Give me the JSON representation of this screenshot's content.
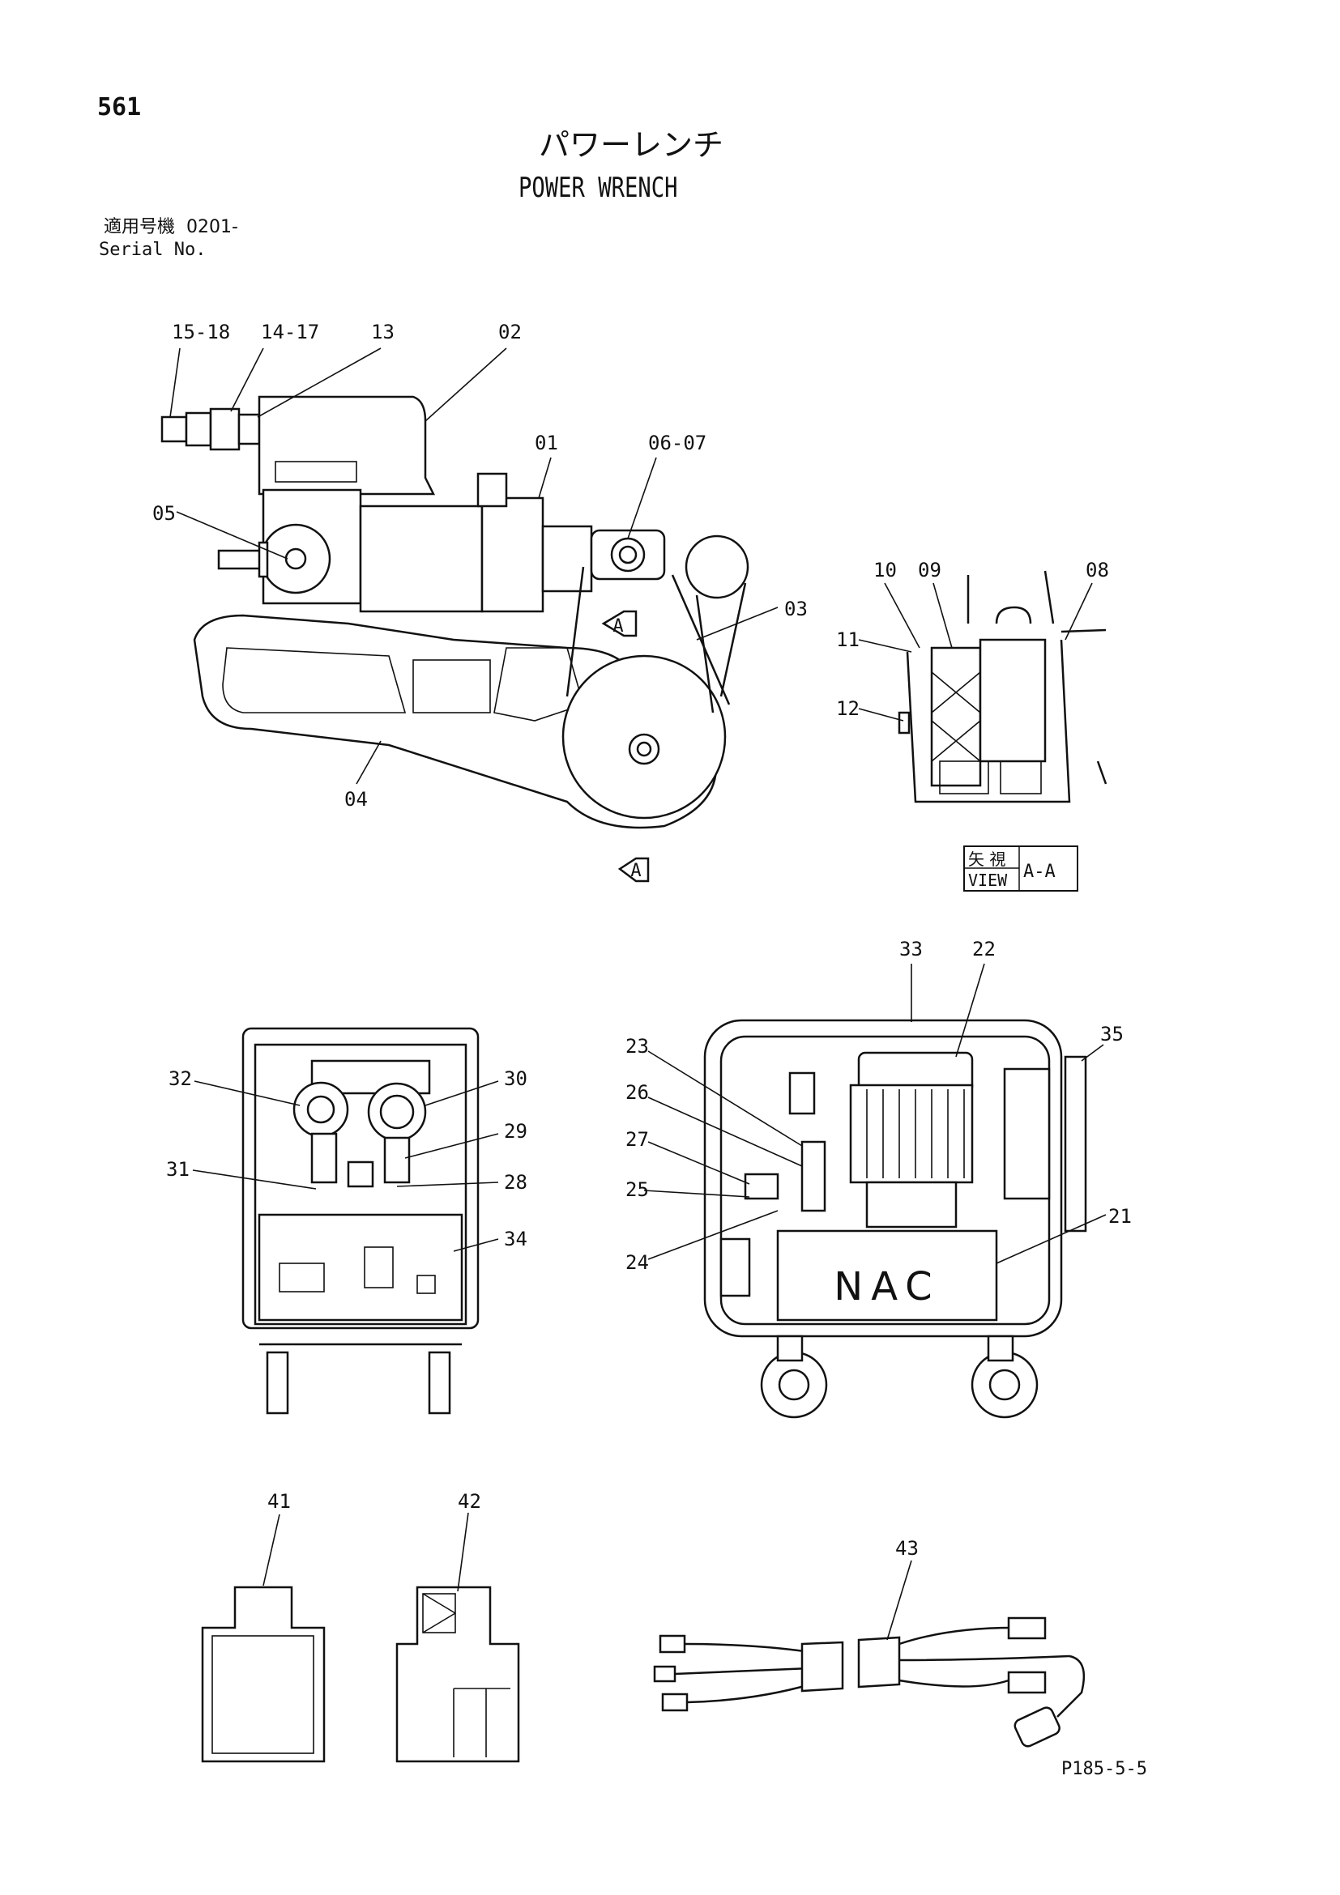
{
  "header": {
    "page_number": "561",
    "title_jp": "パワーレンチ",
    "title_en": "POWER WRENCH",
    "serial_jp": "適用号機  0201-",
    "serial_en": "Serial No."
  },
  "callouts": {
    "c15_18": "15-18",
    "c14_17": "14-17",
    "c13": "13",
    "c02": "02",
    "c01": "01",
    "c06_07": "06-07",
    "c05": "05",
    "c03": "03",
    "c04": "04",
    "c10": "10",
    "c09": "09",
    "c08": "08",
    "c11": "11",
    "c12": "12",
    "c33": "33",
    "c22": "22",
    "c35": "35",
    "c23": "23",
    "c26": "26",
    "c27": "27",
    "c25": "25",
    "c24": "24",
    "c21": "21",
    "c32": "32",
    "c30": "30",
    "c29": "29",
    "c31": "31",
    "c28": "28",
    "c34": "34",
    "c41": "41",
    "c42": "42",
    "c43": "43"
  },
  "view_marker": {
    "letter": "A",
    "view_jp": "矢 視",
    "view_en": "VIEW",
    "view_suffix": "A-A"
  },
  "unit_label": "NAC",
  "footer": {
    "code": "P185-5-5"
  }
}
